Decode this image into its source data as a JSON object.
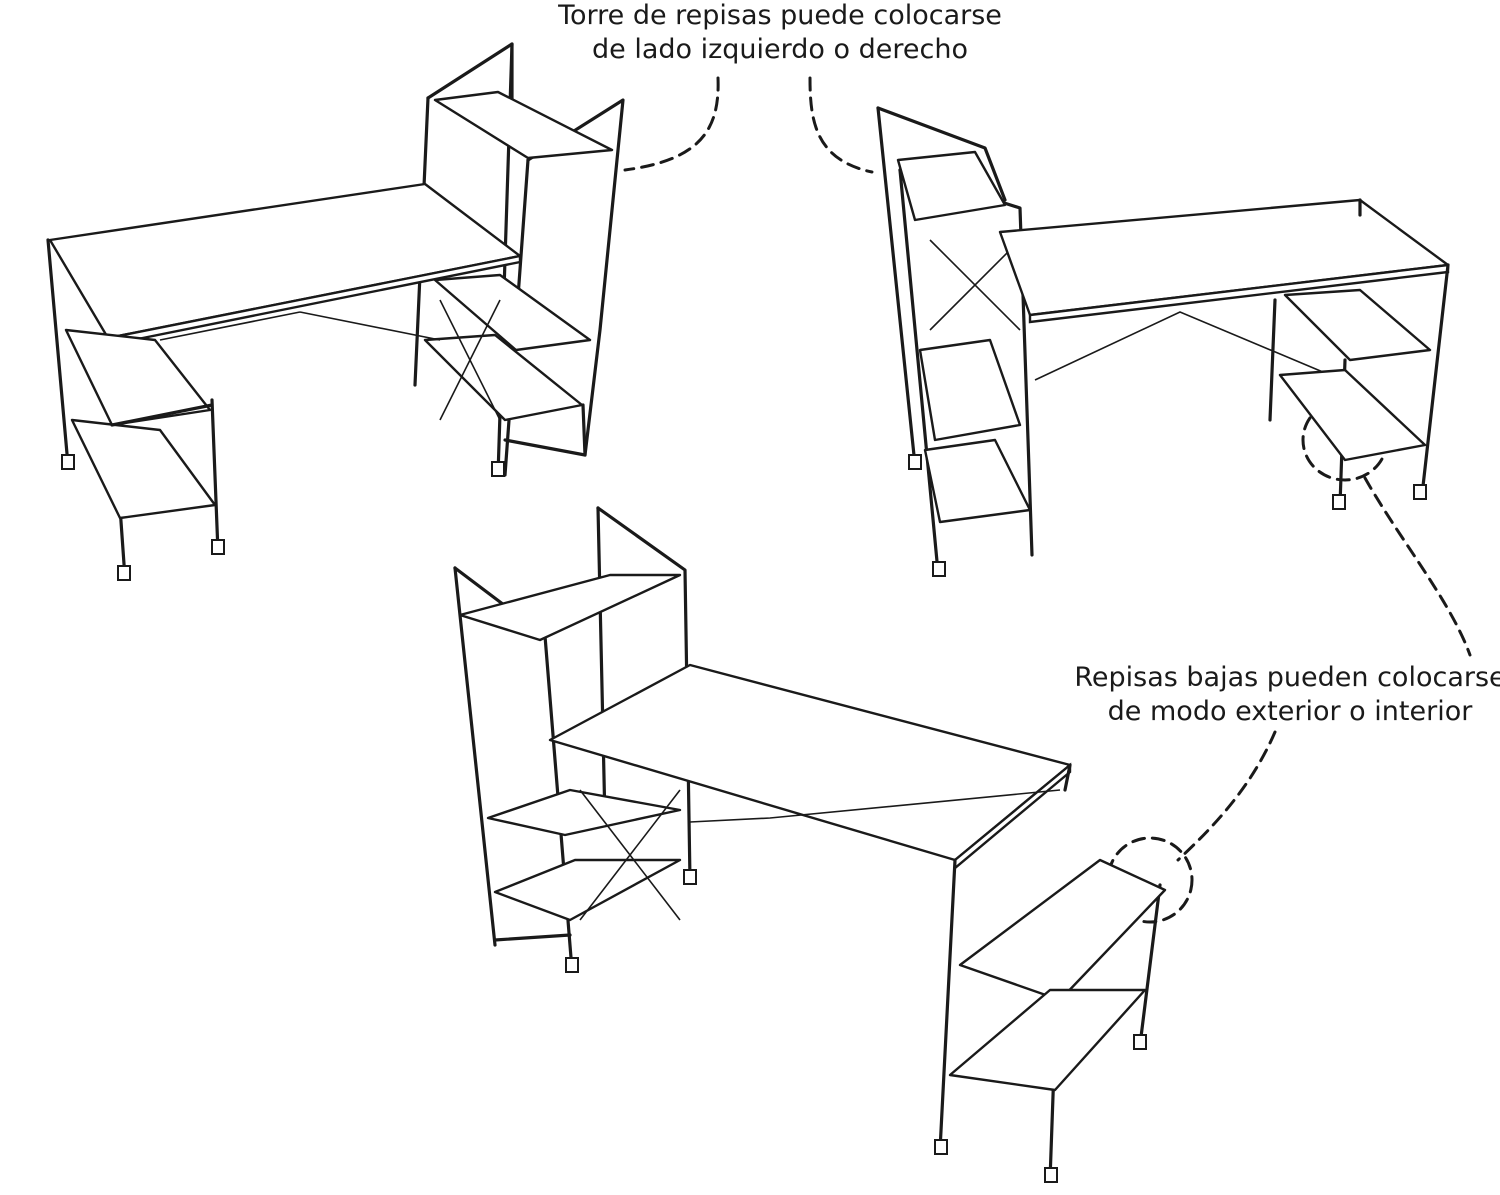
{
  "callouts": {
    "tower": {
      "line1": "Torre de repisas puede colocarse",
      "line2": "de lado izquierdo o derecho"
    },
    "shelves": {
      "line1": "Repisas bajas pueden colocarse",
      "line2": "de modo exterior o interior"
    }
  },
  "colors": {
    "line": "#1a1a1a",
    "background": "#ffffff"
  }
}
